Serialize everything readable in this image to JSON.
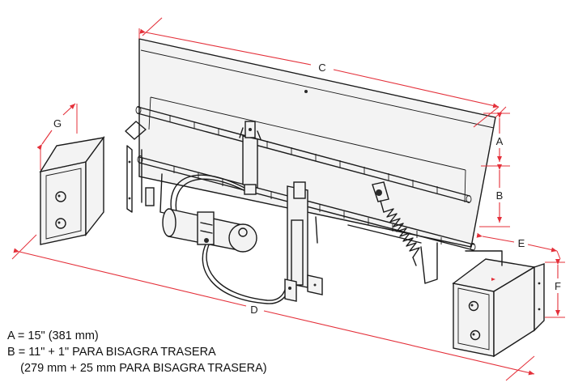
{
  "labels": {
    "a": "A",
    "b": "B",
    "c": "C",
    "d": "D",
    "e": "E",
    "f": "F",
    "g": "G"
  },
  "notes": {
    "line1": "A = 15\" (381 mm)",
    "line2": "B = 11\" + 1\" PARA BISAGRA TRASERA",
    "line3": "    (279 mm + 25 mm PARA BISAGRA TRASERA)"
  },
  "colors": {
    "dimension": "#e4303a",
    "line": "#1a1a1a"
  }
}
